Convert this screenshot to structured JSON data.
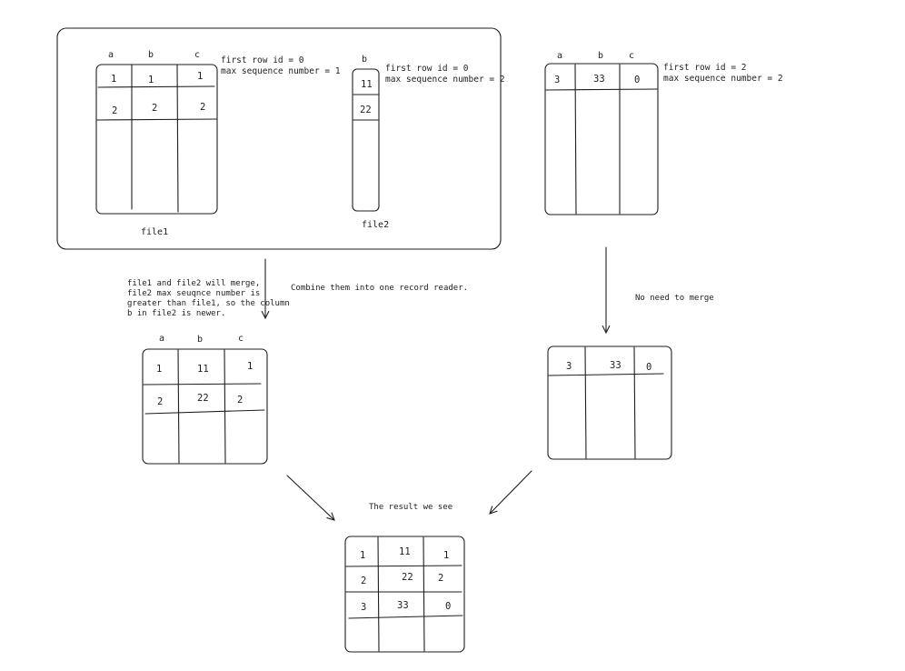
{
  "file1": {
    "caption": "file1",
    "columns": [
      "a",
      "b",
      "c"
    ],
    "rows": [
      [
        "1",
        "1",
        "1"
      ],
      [
        "2",
        "2",
        "2"
      ]
    ],
    "meta": [
      "first row id = 0",
      "max sequence number = 1"
    ]
  },
  "file2": {
    "caption": "file2",
    "columns": [
      "b"
    ],
    "rows": [
      [
        "11"
      ],
      [
        "22"
      ]
    ],
    "meta": [
      "first row id = 0",
      "max sequence number = 2"
    ]
  },
  "file3": {
    "columns": [
      "a",
      "b",
      "c"
    ],
    "rows": [
      [
        "3",
        "33",
        "0"
      ]
    ],
    "meta": [
      "first row id = 2",
      "max sequence number = 2"
    ]
  },
  "merge_note": [
    "file1 and file2 will merge,",
    "file2 max seuqnce number is",
    "greater than file1, so the column",
    "b in file2 is newer."
  ],
  "combine_note": "Combine them into one record reader.",
  "no_merge_note": "No need to merge",
  "merged": {
    "columns": [
      "a",
      "b",
      "c"
    ],
    "rows": [
      [
        "1",
        "11",
        "1"
      ],
      [
        "2",
        "22",
        "2"
      ]
    ]
  },
  "unmerged": {
    "rows": [
      [
        "3",
        "33",
        "0"
      ]
    ]
  },
  "result_label": "The result we see",
  "result": {
    "rows": [
      [
        "1",
        "11",
        "1"
      ],
      [
        "2",
        "22",
        "2"
      ],
      [
        "3",
        "33",
        "0"
      ]
    ]
  }
}
